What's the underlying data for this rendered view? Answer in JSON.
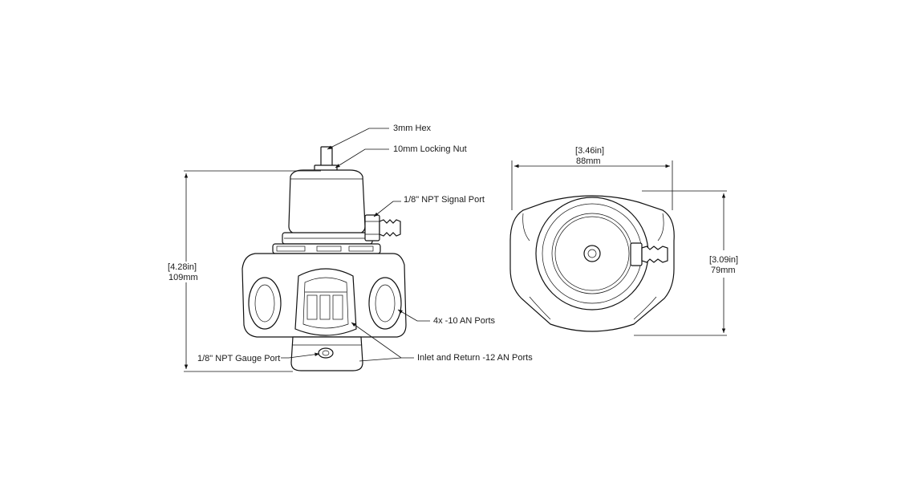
{
  "callouts": {
    "hex": "3mm Hex",
    "locking_nut": "10mm Locking Nut",
    "signal_port": "1/8\" NPT Signal Port",
    "an10_ports": "4x -10 AN Ports",
    "gauge_port": "1/8\" NPT Gauge Port",
    "an12_ports": "Inlet and Return -12 AN Ports"
  },
  "dimensions": {
    "height_in": "4.28in",
    "height_mm": "109mm",
    "width_in": "3.46in",
    "width_mm": "88mm",
    "depth_in": "3.09in",
    "depth_mm": "79mm"
  }
}
